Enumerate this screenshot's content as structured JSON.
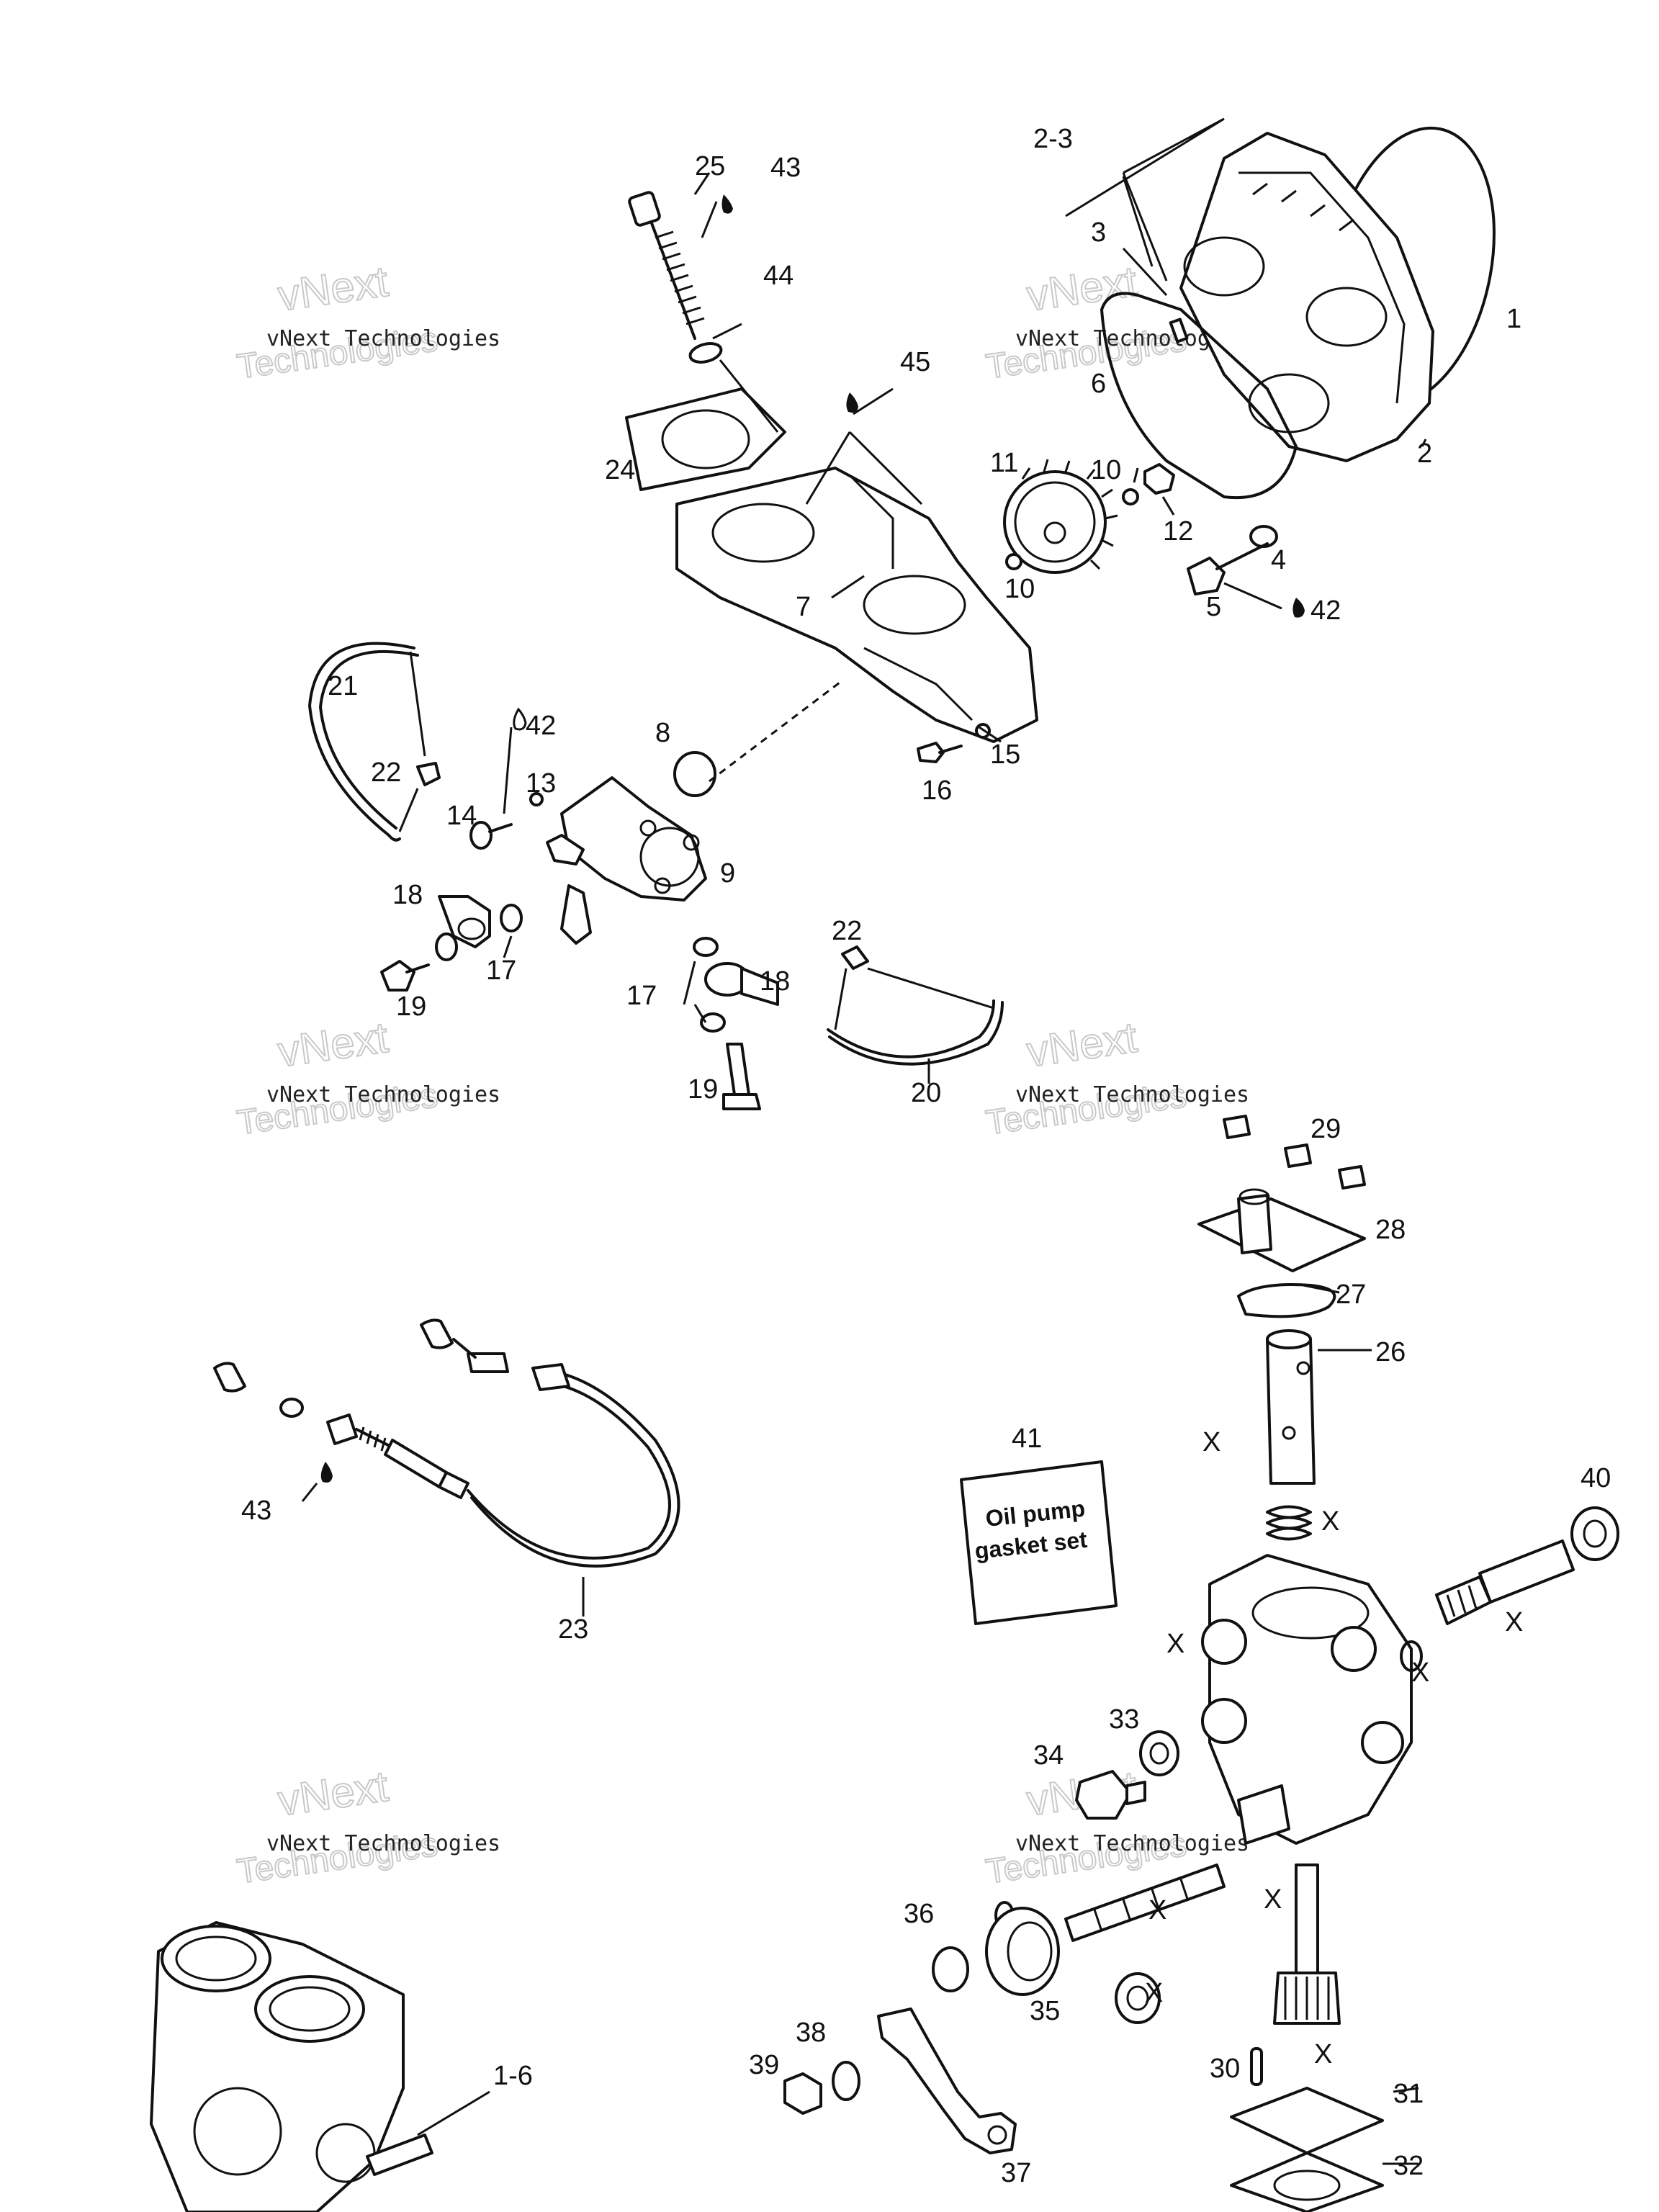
{
  "callouts": [
    {
      "id": "c-25",
      "text": "25"
    },
    {
      "id": "c-43a",
      "text": "43"
    },
    {
      "id": "c-44",
      "text": "44"
    },
    {
      "id": "c-45",
      "text": "45"
    },
    {
      "id": "c-24",
      "text": "24"
    },
    {
      "id": "c-2-3",
      "text": "2-3"
    },
    {
      "id": "c-3",
      "text": "3"
    },
    {
      "id": "c-1",
      "text": "1"
    },
    {
      "id": "c-6",
      "text": "6"
    },
    {
      "id": "c-2",
      "text": "2"
    },
    {
      "id": "c-11",
      "text": "11"
    },
    {
      "id": "c-10a",
      "text": "10"
    },
    {
      "id": "c-12",
      "text": "12"
    },
    {
      "id": "c-4",
      "text": "4"
    },
    {
      "id": "c-10b",
      "text": "10"
    },
    {
      "id": "c-5",
      "text": "5"
    },
    {
      "id": "c-42a",
      "text": "42"
    },
    {
      "id": "c-7",
      "text": "7"
    },
    {
      "id": "c-21",
      "text": "21"
    },
    {
      "id": "c-42b",
      "text": "42"
    },
    {
      "id": "c-8",
      "text": "8"
    },
    {
      "id": "c-15",
      "text": "15"
    },
    {
      "id": "c-16",
      "text": "16"
    },
    {
      "id": "c-22a",
      "text": "22"
    },
    {
      "id": "c-13",
      "text": "13"
    },
    {
      "id": "c-14",
      "text": "14"
    },
    {
      "id": "c-9",
      "text": "9"
    },
    {
      "id": "c-18a",
      "text": "18"
    },
    {
      "id": "c-17a",
      "text": "17"
    },
    {
      "id": "c-19a",
      "text": "19"
    },
    {
      "id": "c-22b",
      "text": "22"
    },
    {
      "id": "c-17b",
      "text": "17"
    },
    {
      "id": "c-18b",
      "text": "18"
    },
    {
      "id": "c-19b",
      "text": "19"
    },
    {
      "id": "c-20",
      "text": "20"
    },
    {
      "id": "c-29",
      "text": "29"
    },
    {
      "id": "c-28",
      "text": "28"
    },
    {
      "id": "c-27",
      "text": "27"
    },
    {
      "id": "c-26",
      "text": "26"
    },
    {
      "id": "c-41",
      "text": "41"
    },
    {
      "id": "c-40",
      "text": "40"
    },
    {
      "id": "c-43b",
      "text": "43"
    },
    {
      "id": "c-23",
      "text": "23"
    },
    {
      "id": "c-33",
      "text": "33"
    },
    {
      "id": "c-34",
      "text": "34"
    },
    {
      "id": "c-36",
      "text": "36"
    },
    {
      "id": "c-35",
      "text": "35"
    },
    {
      "id": "c-38",
      "text": "38"
    },
    {
      "id": "c-39",
      "text": "39"
    },
    {
      "id": "c-37",
      "text": "37"
    },
    {
      "id": "c-30",
      "text": "30"
    },
    {
      "id": "c-31",
      "text": "31"
    },
    {
      "id": "c-32",
      "text": "32"
    },
    {
      "id": "c-1-6",
      "text": "1-6"
    },
    {
      "id": "x1",
      "text": "X"
    },
    {
      "id": "x2",
      "text": "X"
    },
    {
      "id": "x3",
      "text": "X"
    },
    {
      "id": "x4",
      "text": "X"
    },
    {
      "id": "x5",
      "text": "X"
    },
    {
      "id": "x6",
      "text": "X"
    },
    {
      "id": "x7",
      "text": "X"
    },
    {
      "id": "x8",
      "text": "X"
    },
    {
      "id": "x9",
      "text": "X"
    }
  ],
  "gasket_card": {
    "line1": "Oil pump",
    "line2": "gasket set"
  },
  "watermark": {
    "line1": "vNext Technologies",
    "big1": "vNext",
    "big2": "Technologies"
  }
}
